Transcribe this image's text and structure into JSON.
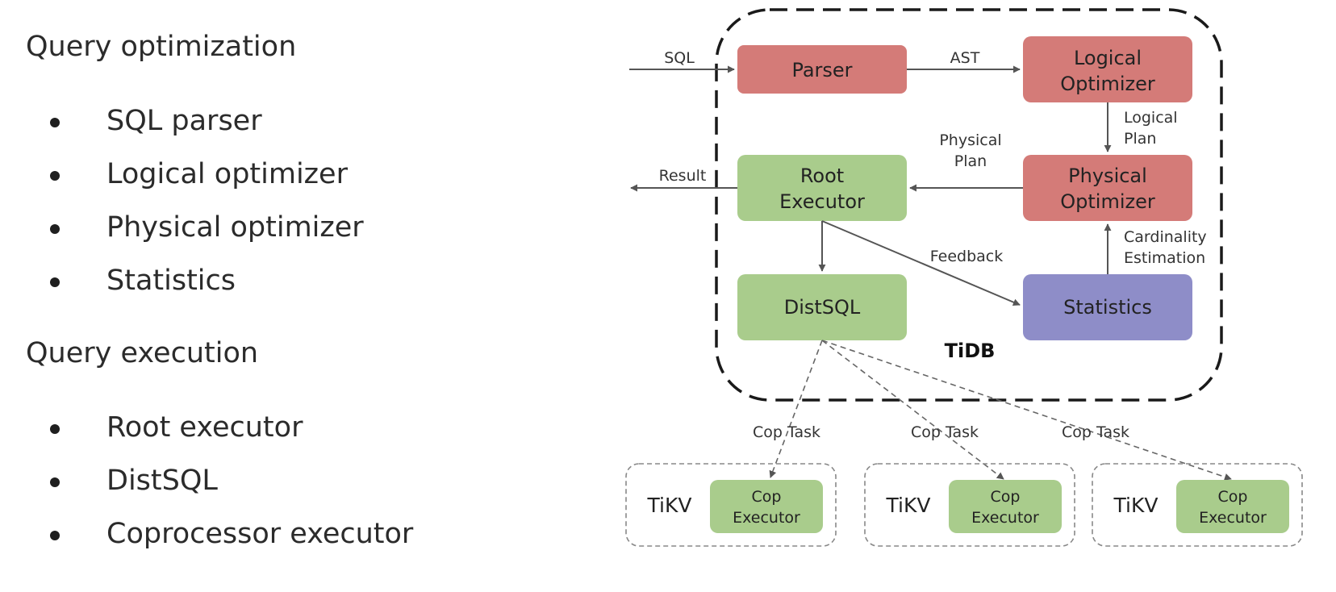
{
  "text_panel": {
    "optimization_heading": "Query optimization",
    "optimization_items": [
      "SQL parser",
      "Logical optimizer",
      "Physical optimizer",
      "Statistics"
    ],
    "execution_heading": "Query execution",
    "execution_items": [
      "Root executor",
      "DistSQL",
      "Coprocessor executor"
    ]
  },
  "diagram": {
    "boundary_label": "TiDB",
    "components": {
      "parser": "Parser",
      "logical_optimizer": [
        "Logical",
        "Optimizer"
      ],
      "physical_optimizer": [
        "Physical",
        "Optimizer"
      ],
      "root_executor": [
        "Root",
        "Executor"
      ],
      "distsql": "DistSQL",
      "statistics": "Statistics"
    },
    "edges": {
      "sql": "SQL",
      "ast": "AST",
      "logical_plan": [
        "Logical",
        "Plan"
      ],
      "physical_plan": [
        "Physical",
        "Plan"
      ],
      "result": "Result",
      "feedback": "Feedback",
      "cardinality": [
        "Cardinality",
        "Estimation"
      ],
      "cop_task": "Cop Task"
    },
    "storage_nodes": [
      {
        "name": "TiKV",
        "executor": [
          "Cop",
          "Executor"
        ]
      },
      {
        "name": "TiKV",
        "executor": [
          "Cop",
          "Executor"
        ]
      },
      {
        "name": "TiKV",
        "executor": [
          "Cop",
          "Executor"
        ]
      }
    ],
    "colors": {
      "optimizer": "#d47b78",
      "executor": "#a9cc8c",
      "statistics": "#8e8dc8",
      "line": "#555555"
    }
  }
}
